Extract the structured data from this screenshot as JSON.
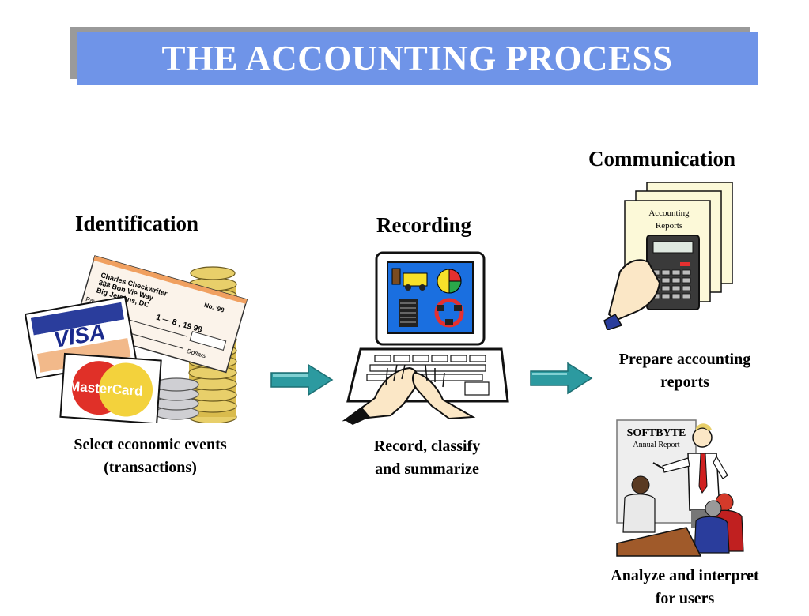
{
  "title": "THE ACCOUNTING PROCESS",
  "steps": [
    {
      "heading": "Identification",
      "caption_lines": [
        "Select economic events",
        "(transactions)"
      ]
    },
    {
      "heading": "Recording",
      "caption_lines": [
        "Record, classify",
        "and summarize"
      ]
    },
    {
      "heading": "Communication",
      "captions": [
        {
          "lines": [
            "Prepare accounting",
            "reports"
          ]
        },
        {
          "lines": [
            "Analyze and interpret",
            "for users"
          ]
        }
      ]
    }
  ],
  "art": {
    "check_name_lines": [
      "Charles Checkwriter",
      "888 Bon Vie Way",
      "Big Jetsons, DC"
    ],
    "check_date": "1 — 8 , 19 98",
    "check_number": "No. '98",
    "check_dollars": "Dollars",
    "check_pay": "Pay to",
    "visa_label": "VISA",
    "mastercard_label": "MasterCard",
    "report_label_lines": [
      "Accounting",
      "Reports"
    ],
    "softbyte_title": "SOFTBYTE",
    "softbyte_subtitle": "Annual Report"
  },
  "colors": {
    "banner": "#6f94e8",
    "banner_shadow": "#9a9a9a",
    "arrow": "#2c9aa0",
    "screen": "#1a6fe0",
    "report_paper": "#fcf9d8"
  }
}
